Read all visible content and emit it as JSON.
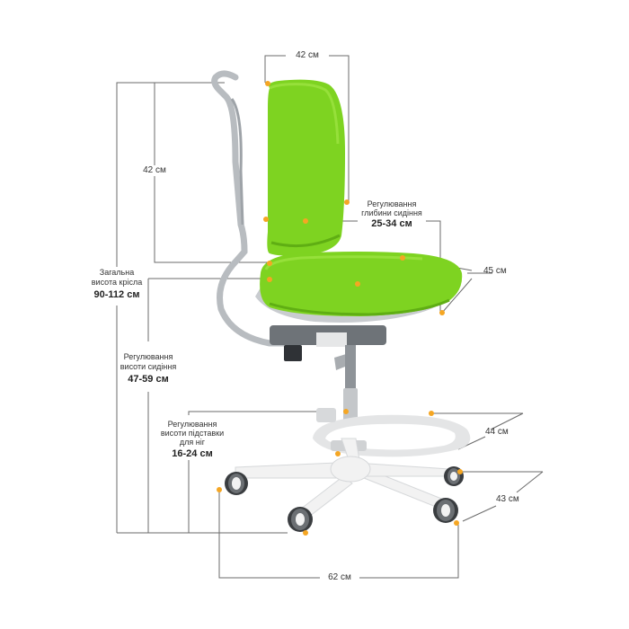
{
  "colors": {
    "seat_green": "#7ed321",
    "seat_green_dark": "#5fae13",
    "frame_grey": "#b8bcc0",
    "base_white": "#f2f2f2",
    "dot_orange": "#f5a623",
    "line_grey": "#6b6b6b"
  },
  "dimensions": {
    "back_width": "42 см",
    "back_height": "42 см",
    "total_height_caption_1": "Загальна",
    "total_height_caption_2": "висота крісла",
    "total_height": "90-112 см",
    "depth_caption_1": "Регулювання",
    "depth_caption_2": "глибини сидіння",
    "depth": "25-34 см",
    "seat_width": "45 см",
    "seat_height_caption_1": "Регулювання",
    "seat_height_caption_2": "висоти сидіння",
    "seat_height": "47-59 см",
    "footrest_caption_1": "Регулювання",
    "footrest_caption_2": "висоти підставки",
    "footrest_caption_3": "для ніг",
    "footrest_height": "16-24 см",
    "footrest_width": "44 см",
    "base_depth": "43 см",
    "base_width": "62 см"
  }
}
